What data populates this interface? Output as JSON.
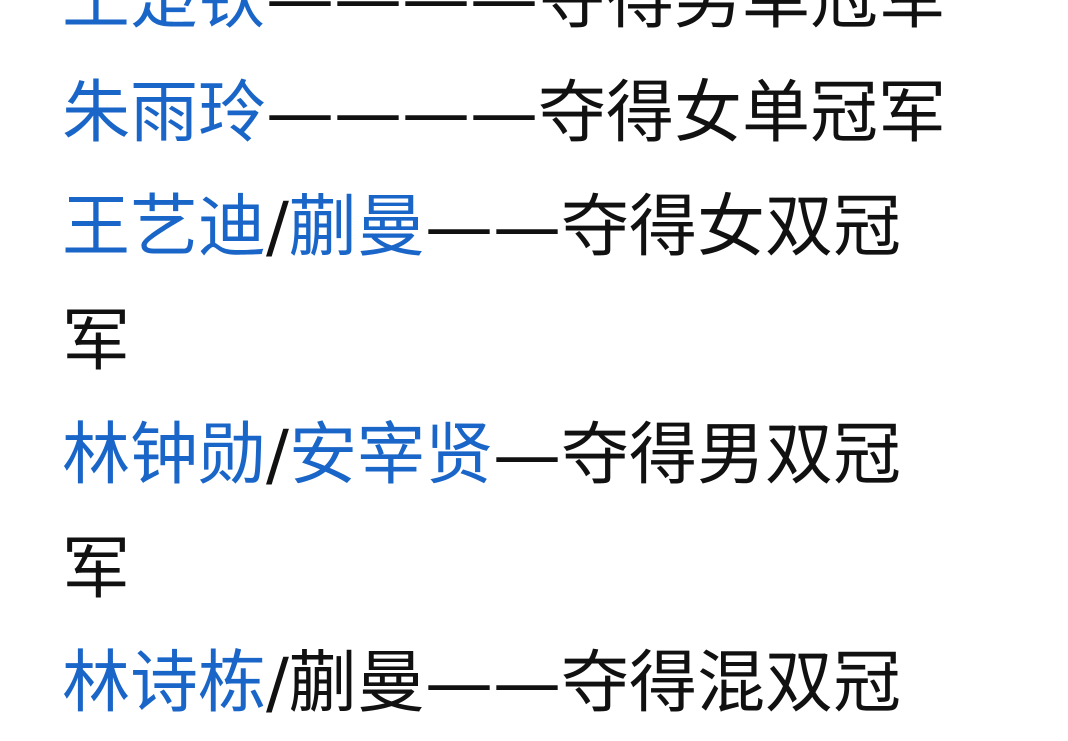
{
  "colors": {
    "name": "#1a66c8",
    "text": "#111111",
    "background": "#ffffff"
  },
  "lines": [
    {
      "names": [
        "王楚钦"
      ],
      "name_colors": [
        "name"
      ],
      "dash": "————",
      "result": "夺得男单冠军"
    },
    {
      "names": [
        "朱雨玲"
      ],
      "name_colors": [
        "name"
      ],
      "dash": "————",
      "result": "夺得女单冠军"
    },
    {
      "names": [
        "王艺迪",
        "蒯曼"
      ],
      "name_colors": [
        "name",
        "name"
      ],
      "dash": "——",
      "result": "夺得女双冠",
      "continuation": "军"
    },
    {
      "names": [
        "林钟勋",
        "安宰贤"
      ],
      "name_colors": [
        "name",
        "name"
      ],
      "dash": "—",
      "result": "夺得男双冠",
      "continuation": "军"
    },
    {
      "names": [
        "林诗栋",
        "蒯曼"
      ],
      "name_colors": [
        "name",
        "text"
      ],
      "dash": "——",
      "result": "夺得混双冠"
    }
  ]
}
